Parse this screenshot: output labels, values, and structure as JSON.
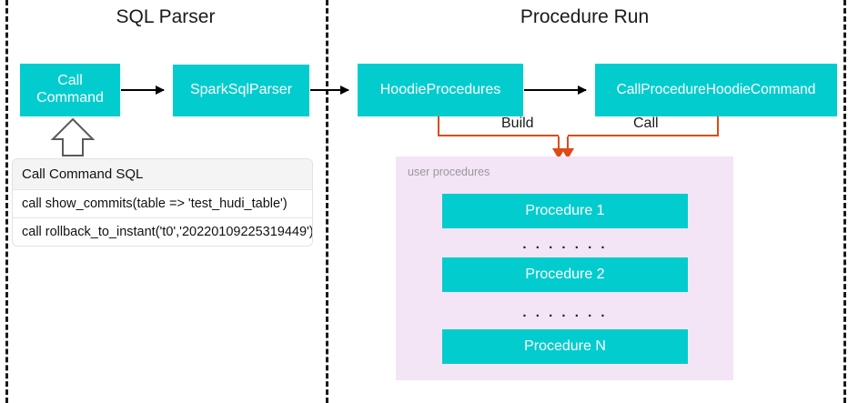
{
  "sections": [
    {
      "key": "sql_parser",
      "title": "SQL Parser"
    },
    {
      "key": "procedure_run",
      "title": "Procedure Run"
    }
  ],
  "nodes": {
    "call_command": "Call\nCommand",
    "call_command_line1": "Call",
    "call_command_line2": "Command",
    "spark_sql_parser": "SparkSqlParser",
    "hoodie_procedures": "HoodieProcedures",
    "call_procedure_hoodie_command": "CallProcedureHoodieCommand"
  },
  "edges": {
    "build_label": "Build",
    "call_label": "Call"
  },
  "sql_table": {
    "header": "Call Command SQL",
    "rows": [
      "call show_commits(table => 'test_hudi_table')",
      "call rollback_to_instant('t0','20220109225319449')"
    ]
  },
  "user_procedures": {
    "label": "user procedures",
    "items": [
      {
        "label": "Procedure 1"
      },
      {
        "label": "Procedure 2"
      },
      {
        "label": "Procedure N"
      }
    ],
    "ellipsis": ". . . . . . ."
  },
  "colors": {
    "node_fill": "#03ccce",
    "node_text": "#ffffff",
    "panel_fill": "#f3e4f6",
    "edge_orange": "#dd4b16",
    "edge_black": "#000000",
    "divider": "#1a1a1a",
    "table_header_fill": "#f4f4f4",
    "muted_text": "#999999"
  }
}
